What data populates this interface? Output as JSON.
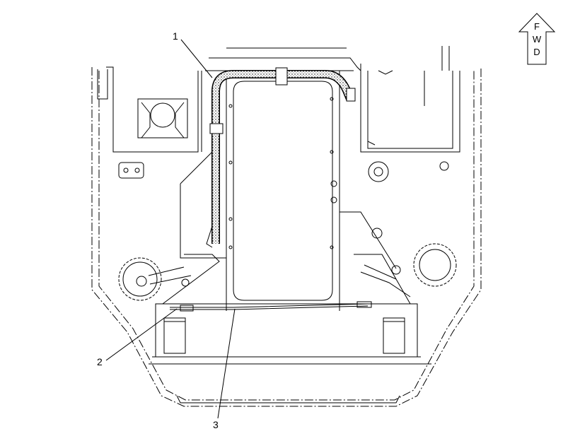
{
  "callouts": {
    "c1": "1",
    "c2": "2",
    "c3": "3"
  },
  "orientation": {
    "letters": [
      "F",
      "W",
      "D"
    ],
    "icon": "forward-arrow-icon"
  },
  "colors": {
    "line": "#000000",
    "background": "#ffffff",
    "hose_fill": "#d9d9d9"
  }
}
